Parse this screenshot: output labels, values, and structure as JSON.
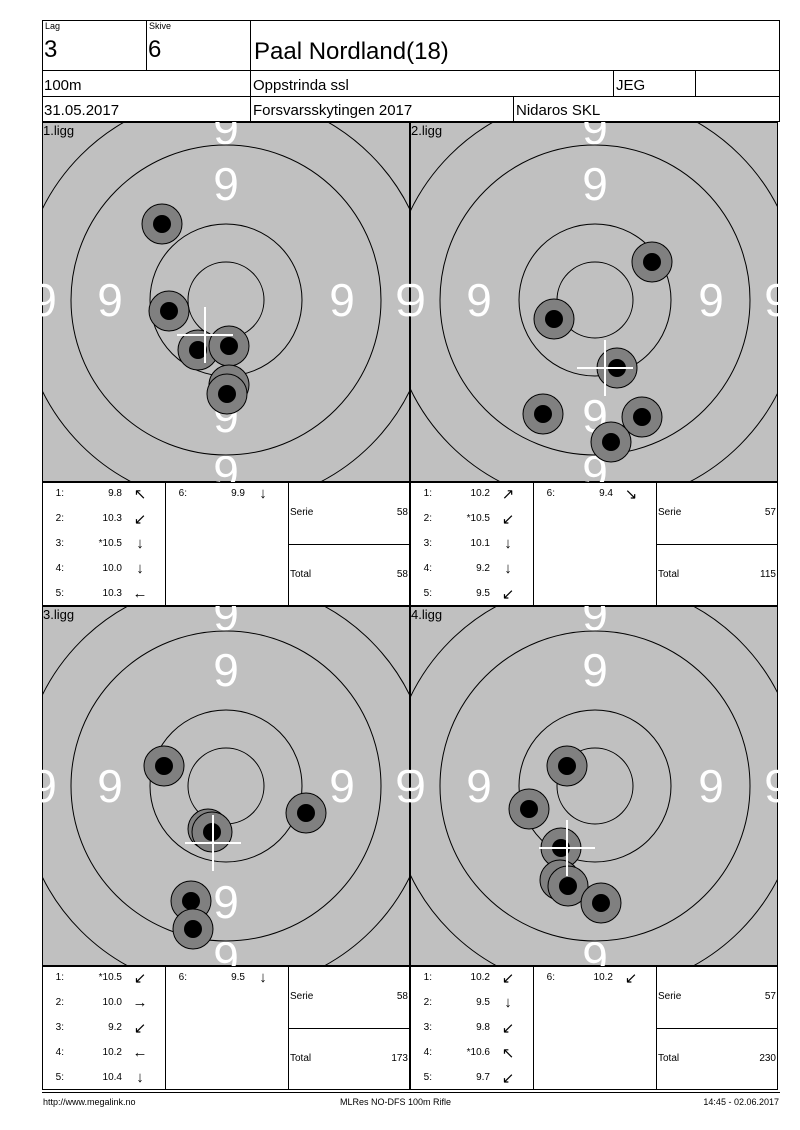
{
  "header": {
    "lag_label": "Lag",
    "lag": "3",
    "skive_label": "Skive",
    "skive": "6",
    "shooter": "Paal Nordland(18)",
    "distance": "100m",
    "club": "Oppstrinda ssl",
    "class": "JEG",
    "date": "31.05.2017",
    "event": "Forsvarsskytingen 2017",
    "organizer": "Nidaros SKL"
  },
  "ring_label": "9",
  "panels": [
    {
      "title": "1.ligg",
      "shots": [
        {
          "n": "1:",
          "v": "9.8",
          "a": "↖"
        },
        {
          "n": "2:",
          "v": "10.3",
          "a": "↙"
        },
        {
          "n": "3:",
          "v": "*10.5",
          "a": "↓"
        },
        {
          "n": "4:",
          "v": "10.0",
          "a": "↓"
        },
        {
          "n": "5:",
          "v": "10.3",
          "a": "←"
        },
        {
          "n": "6:",
          "v": "9.9",
          "a": "↓"
        }
      ],
      "serie_label": "Serie",
      "serie": "58",
      "total_label": "Total",
      "total": "58"
    },
    {
      "title": "2.ligg",
      "shots": [
        {
          "n": "1:",
          "v": "10.2",
          "a": "↗"
        },
        {
          "n": "2:",
          "v": "*10.5",
          "a": "↙"
        },
        {
          "n": "3:",
          "v": "10.1",
          "a": "↓"
        },
        {
          "n": "4:",
          "v": "9.2",
          "a": "↓"
        },
        {
          "n": "5:",
          "v": "9.5",
          "a": "↙"
        },
        {
          "n": "6:",
          "v": "9.4",
          "a": "↘"
        }
      ],
      "serie_label": "Serie",
      "serie": "57",
      "total_label": "Total",
      "total": "115"
    },
    {
      "title": "3.ligg",
      "shots": [
        {
          "n": "1:",
          "v": "*10.5",
          "a": "↙"
        },
        {
          "n": "2:",
          "v": "10.0",
          "a": "→"
        },
        {
          "n": "3:",
          "v": "9.2",
          "a": "↙"
        },
        {
          "n": "4:",
          "v": "10.2",
          "a": "←"
        },
        {
          "n": "5:",
          "v": "10.4",
          "a": "↓"
        },
        {
          "n": "6:",
          "v": "9.5",
          "a": "↓"
        }
      ],
      "serie_label": "Serie",
      "serie": "58",
      "total_label": "Total",
      "total": "173"
    },
    {
      "title": "4.ligg",
      "shots": [
        {
          "n": "1:",
          "v": "10.2",
          "a": "↙"
        },
        {
          "n": "2:",
          "v": "9.5",
          "a": "↓"
        },
        {
          "n": "3:",
          "v": "9.8",
          "a": "↙"
        },
        {
          "n": "4:",
          "v": "*10.6",
          "a": "↖"
        },
        {
          "n": "5:",
          "v": "9.7",
          "a": "↙"
        },
        {
          "n": "6:",
          "v": "10.2",
          "a": "↙"
        }
      ],
      "serie_label": "Serie",
      "serie": "57",
      "total_label": "Total",
      "total": "230"
    }
  ],
  "footer": {
    "left": "http://www.megalink.no",
    "center": "MLRes NO-DFS 100m Rifle",
    "right": "14:45 - 02.06.2017"
  }
}
